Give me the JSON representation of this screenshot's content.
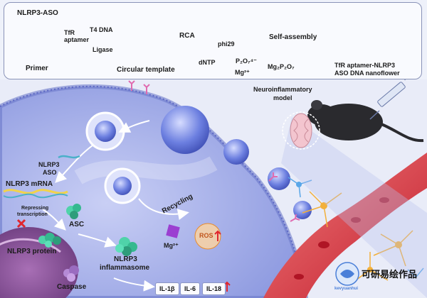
{
  "synthesis": {
    "nlrp3_aso": "NLRP3-ASO",
    "tfr_aptamer": "TfR\naptamer",
    "primer": "Primer",
    "ligase_line1": "T4 DNA",
    "ligase_line2": "Ligase",
    "circular_template": "Circular template",
    "rca": "RCA",
    "phi29": "phi29",
    "dntp": "dNTP",
    "p2o7": "P₂O₇⁴⁻",
    "mg": "Mg²⁺",
    "self_assembly": "Self-assembly",
    "mg2p2o7": "Mg₂P₂O₇",
    "nanoflower_line1": "TfR aptamer-NLRP3",
    "nanoflower_line2": "ASO DNA nanoflower"
  },
  "model": {
    "line1": "Neuroinflammatory",
    "line2": "model"
  },
  "cell": {
    "nlrp3_aso_line1": "NLRP3",
    "nlrp3_aso_line2": "ASO",
    "nlrp3_mrna": "NLRP3 mRNA",
    "repress_line1": "Repressing",
    "repress_line2": "transcription",
    "asc": "ASC",
    "nlrp3_protein": "NLRP3 protein",
    "inflammasome_line1": "NLRP3",
    "inflammasome_line2": "inflammasome",
    "caspase": "Caspase",
    "recycling": "Recycling",
    "mg": "Mg²⁺",
    "ros": "ROS"
  },
  "cytokines": [
    "IL-1β",
    "IL-6",
    "IL-18"
  ],
  "watermark": "可研易绘作品",
  "logo_text": "kevyuanhui",
  "colors": {
    "panel_border": "#8a93b8",
    "cell_fill": "#9aa6e6",
    "nanoflower": "#5b6fd6",
    "vessel": "#d9343f",
    "ros": "#e88b2e",
    "mg_ion": "#9b3fd1",
    "p2o7": "#c9962a",
    "dntp": "#3a5ad0"
  }
}
